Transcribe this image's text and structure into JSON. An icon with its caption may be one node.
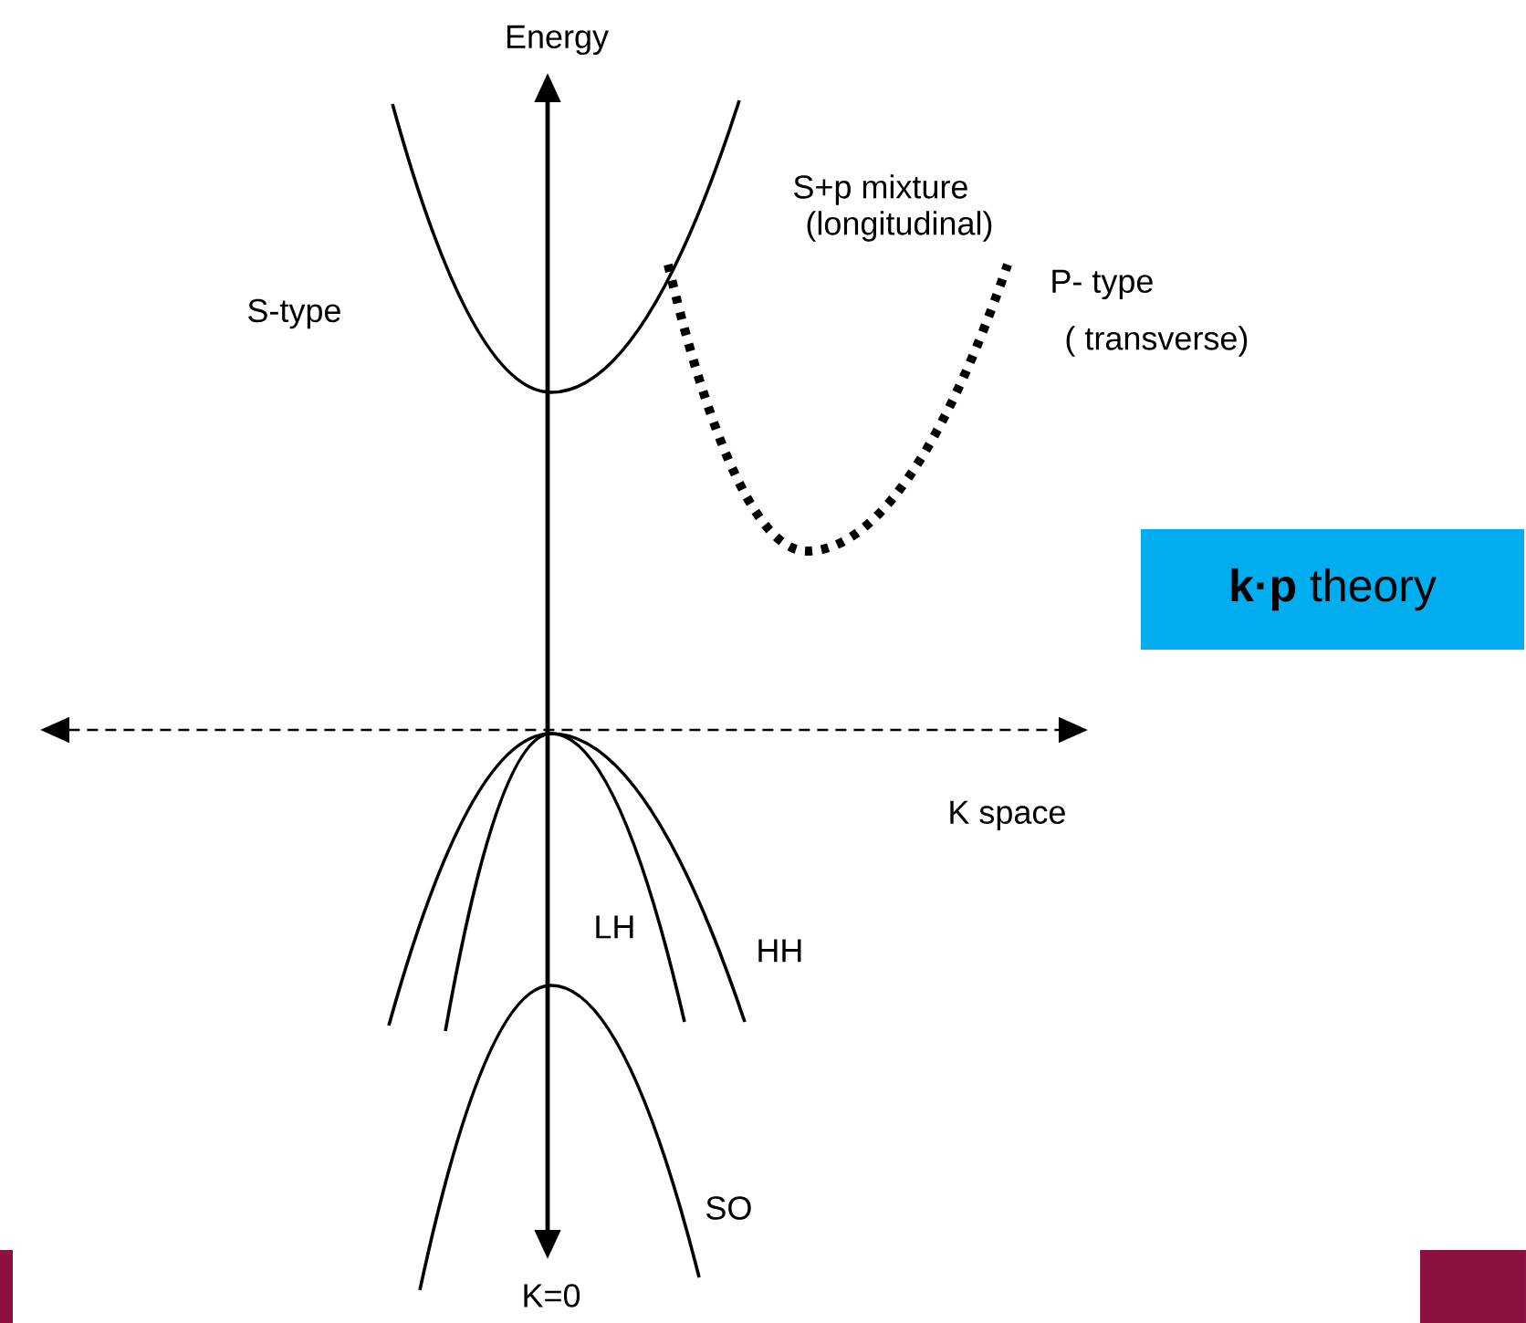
{
  "diagram": {
    "nodes": [
      {
        "text": [
          "**k·p** theory"
        ]
      }
    ],
    "labels": [
      "Energy",
      "S+p mixture",
      "(longitudinal)",
      "S-type",
      "P- type",
      "( transverse)",
      "K space",
      "LH",
      "HH",
      "SO",
      "K=0"
    ]
  }
}
